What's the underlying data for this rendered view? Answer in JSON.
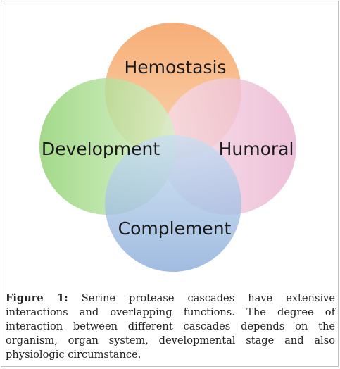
{
  "diagram": {
    "circles": [
      {
        "id": "hemostasis",
        "label": "Hemostasis",
        "color_top": "#f6a468",
        "color_bottom": "#f9d2a7"
      },
      {
        "id": "humoral",
        "label": "Humoral",
        "color_top": "#eab3d0",
        "color_bottom": "#f6dde8"
      },
      {
        "id": "development",
        "label": "Development",
        "color_top": "#8fd170",
        "color_bottom": "#d7f0c8"
      },
      {
        "id": "complement",
        "label": "Complement",
        "color_top": "#c9def2",
        "color_bottom": "#86a9d8"
      }
    ]
  },
  "caption": {
    "label": "Figure 1:",
    "text": " Serine protease cascades have extensive interactions and overlapping functions. The degree of interaction between different cascades depends on the organism, organ system, developmental stage and also physiologic circumstance."
  }
}
